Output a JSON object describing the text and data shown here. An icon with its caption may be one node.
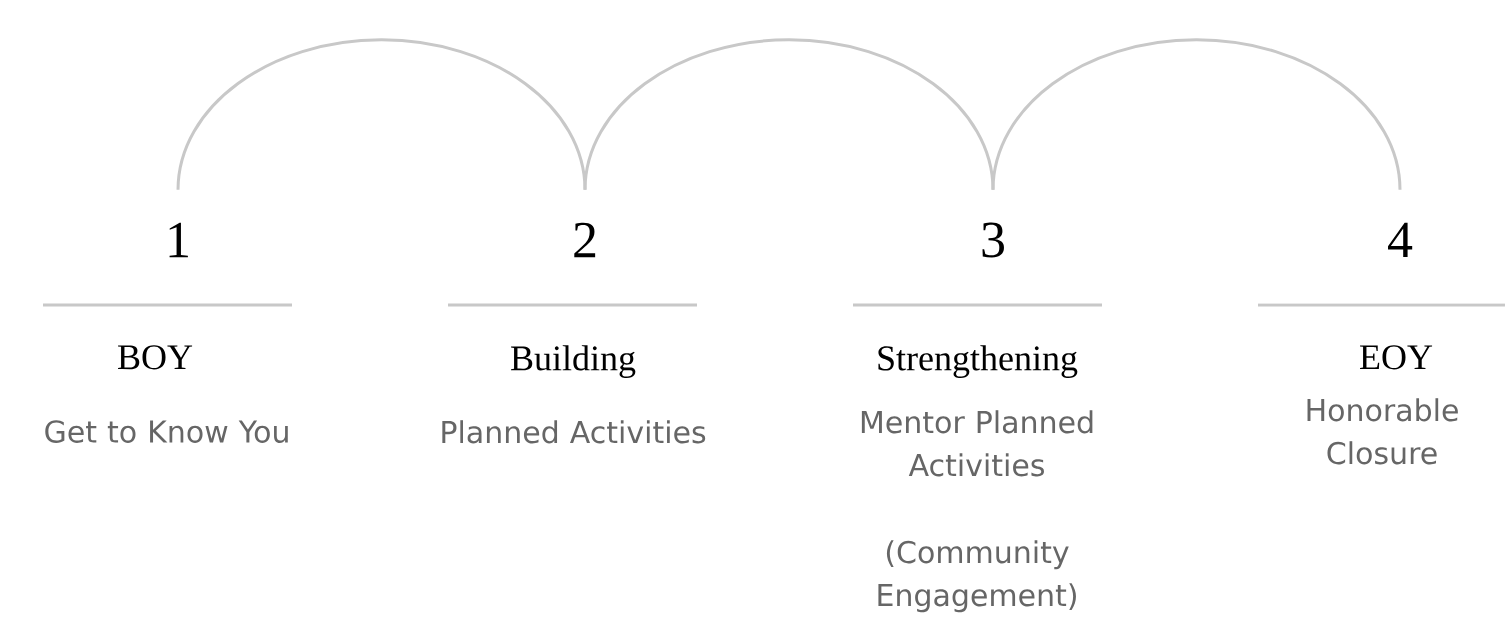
{
  "diagram": {
    "nodes": [
      {
        "text": [
          "1"
        ]
      },
      {
        "text": [
          "2"
        ]
      },
      {
        "text": [
          "3"
        ]
      },
      {
        "text": [
          "4"
        ]
      }
    ],
    "edges": [
      {
        "from": 0,
        "to": 1,
        "arrow": "none"
      },
      {
        "from": 1,
        "to": 2,
        "arrow": "none"
      },
      {
        "from": 2,
        "to": 3,
        "arrow": "none"
      }
    ],
    "labels": [
      "BOY",
      "Get to Know You",
      "Building",
      "Planned Activities",
      "Strengthening",
      "Mentor Planned Activities",
      "(Community Engagement)",
      "EOY",
      "Honorable Closure"
    ]
  }
}
